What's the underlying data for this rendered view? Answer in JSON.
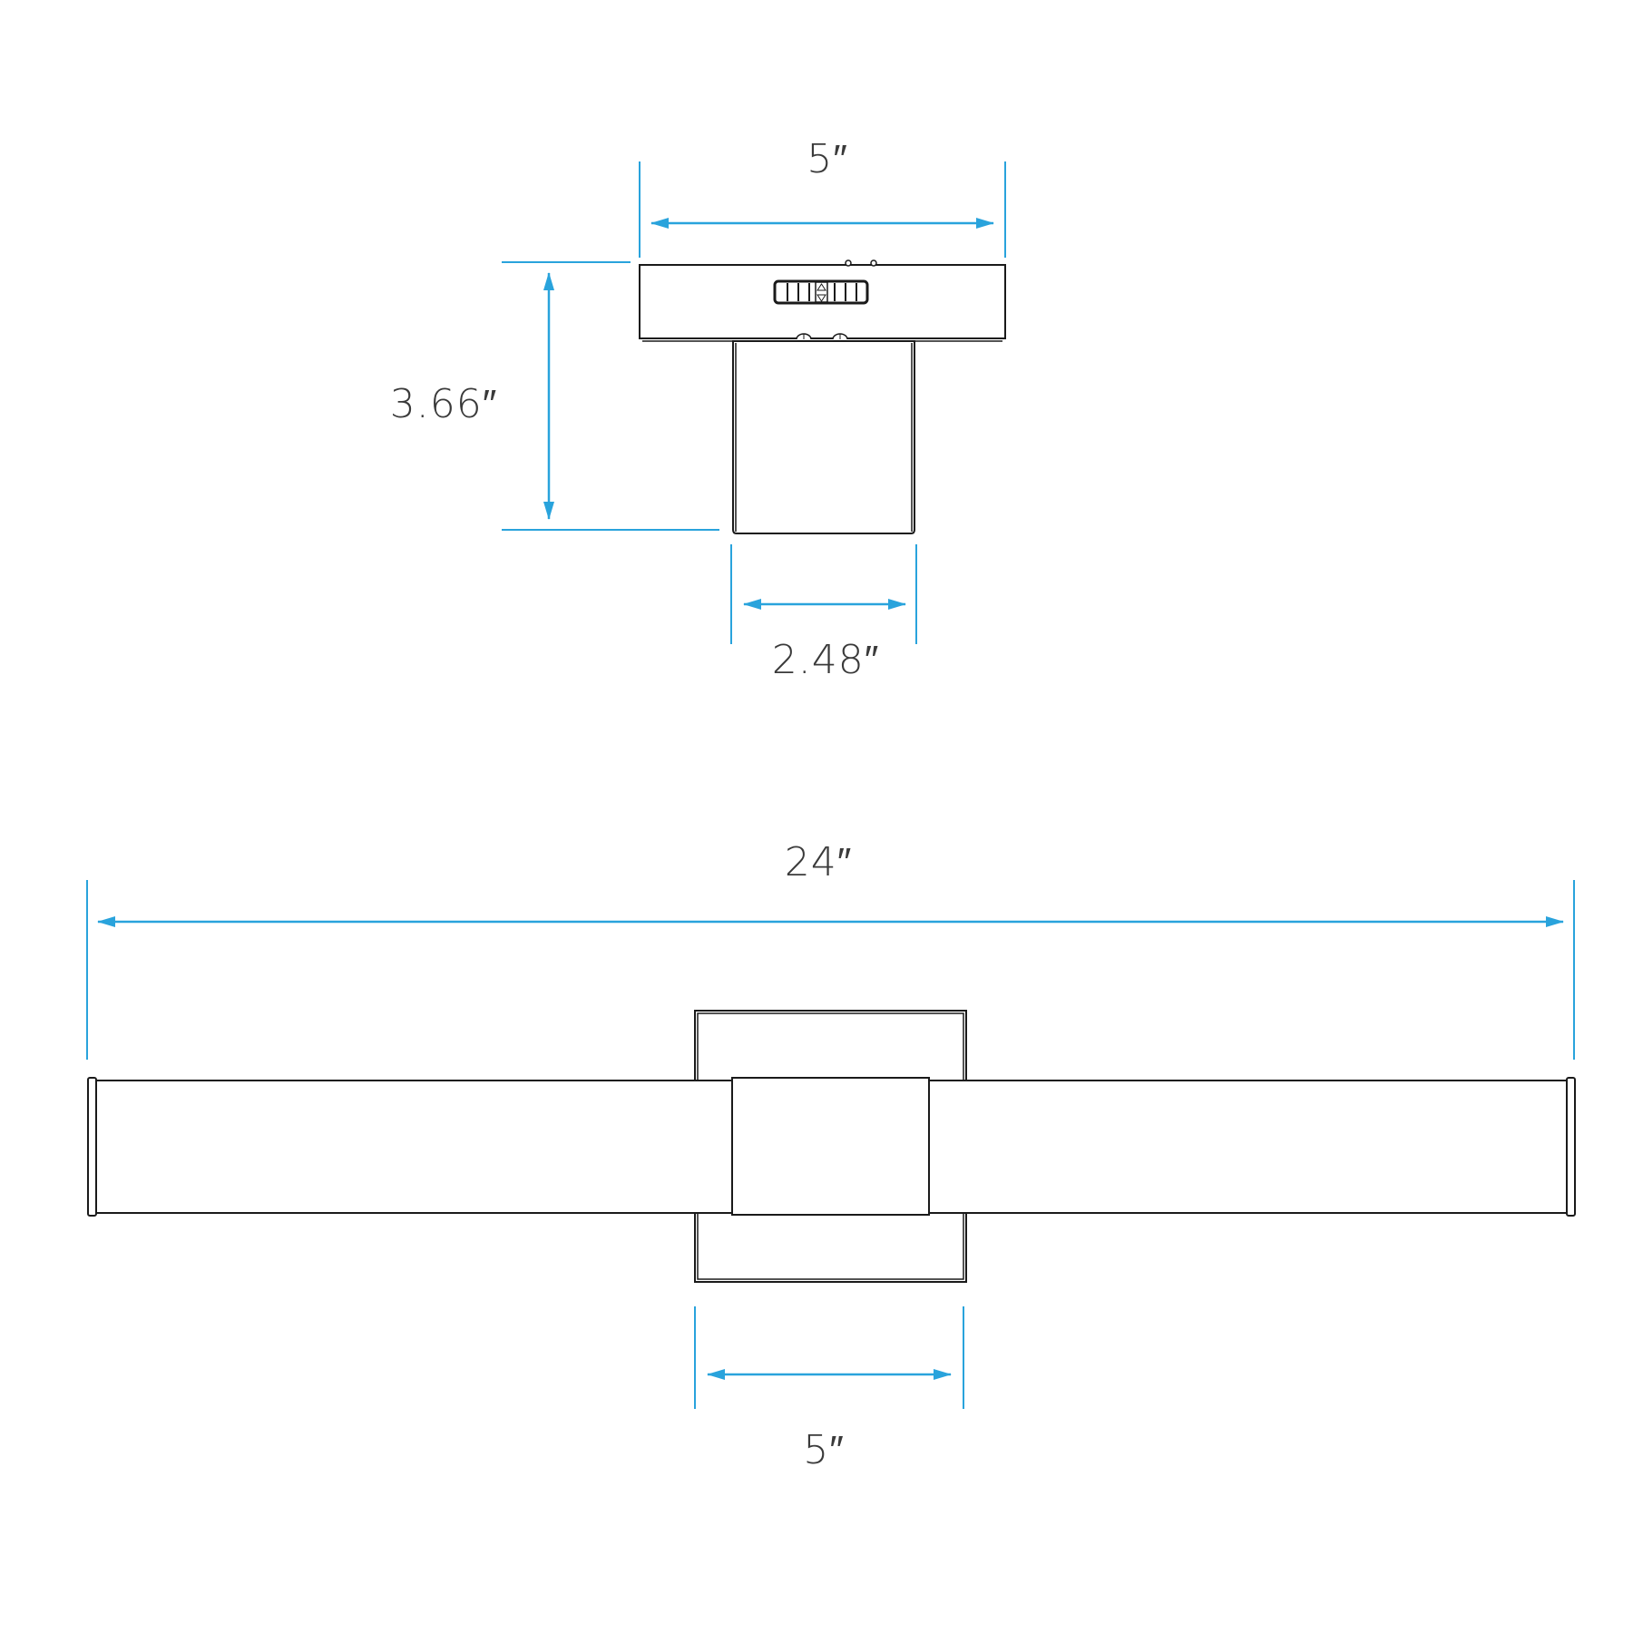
{
  "colors": {
    "dimension": "#29a3dc",
    "outline": "#1a1a1a",
    "text": "#3a3a3a"
  },
  "side_view": {
    "width_label": "5″",
    "height_label": "3.66″",
    "arm_width_label": "2.48″"
  },
  "front_view": {
    "length_label": "24″",
    "backplate_width_label": "5″"
  }
}
